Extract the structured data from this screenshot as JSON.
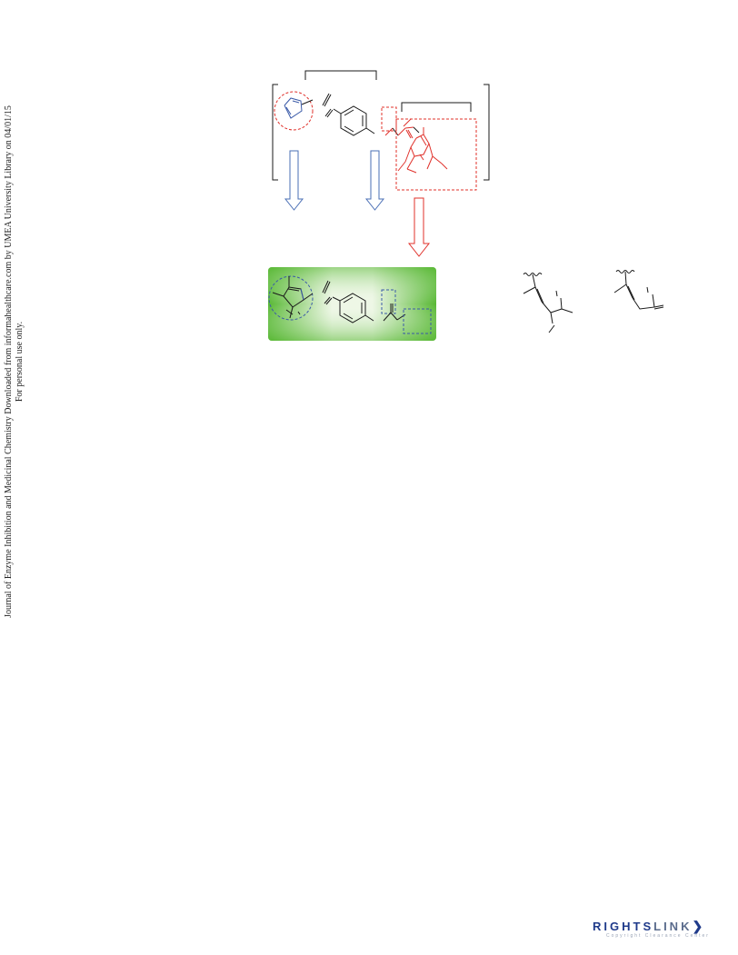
{
  "sidebar_note": {
    "line1": "Journal of Enzyme Inhibition and Medicinal Chemistry Downloaded from informahealthcare.com by UMEA University Library on 04/01/15",
    "line2": "For personal use only."
  },
  "footer": {
    "brand_main": "RIGHTS",
    "brand_link": "LINK",
    "brand_chevron": "❯",
    "brand_sub": "Copyright Clearance Center"
  },
  "colors": {
    "ink": "#1a1a1a",
    "red_highlight": "#e0302a",
    "blue_highlight": "#3a5aa8",
    "green_panel": "#58b834",
    "arrow_blue": "#4a6fb5",
    "arrow_red": "#e0302a"
  }
}
